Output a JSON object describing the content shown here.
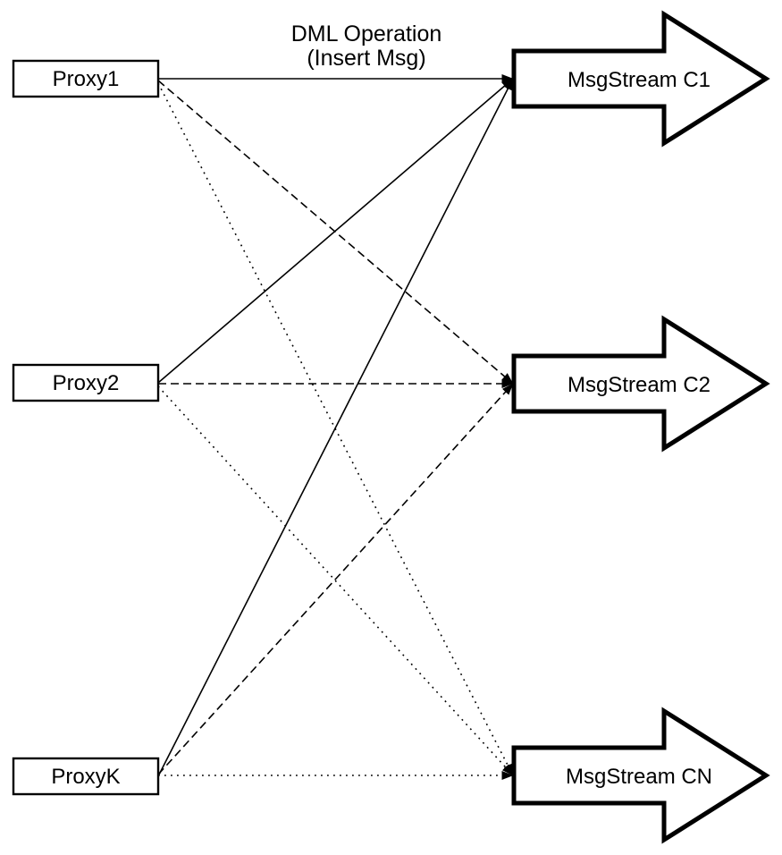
{
  "diagram": {
    "annotation": {
      "line1": "DML Operation",
      "line2": "(Insert Msg)"
    },
    "proxies": [
      {
        "id": "proxy1",
        "label": "Proxy1"
      },
      {
        "id": "proxy2",
        "label": "Proxy2"
      },
      {
        "id": "proxyk",
        "label": "ProxyK"
      }
    ],
    "streams": [
      {
        "id": "c1",
        "label": "MsgStream C1"
      },
      {
        "id": "c2",
        "label": "MsgStream C2"
      },
      {
        "id": "cn",
        "label": "MsgStream CN"
      }
    ],
    "connections": [
      {
        "from": "Proxy1",
        "to": "MsgStream C1",
        "style": "solid"
      },
      {
        "from": "Proxy2",
        "to": "MsgStream C1",
        "style": "solid"
      },
      {
        "from": "ProxyK",
        "to": "MsgStream C1",
        "style": "solid"
      },
      {
        "from": "Proxy1",
        "to": "MsgStream C2",
        "style": "dashed"
      },
      {
        "from": "Proxy2",
        "to": "MsgStream C2",
        "style": "dashed"
      },
      {
        "from": "ProxyK",
        "to": "MsgStream C2",
        "style": "dashed"
      },
      {
        "from": "Proxy1",
        "to": "MsgStream CN",
        "style": "dotted"
      },
      {
        "from": "Proxy2",
        "to": "MsgStream CN",
        "style": "dotted"
      },
      {
        "from": "ProxyK",
        "to": "MsgStream CN",
        "style": "dotted"
      }
    ],
    "colors": {
      "stroke": "#000000",
      "background": "#ffffff"
    }
  }
}
